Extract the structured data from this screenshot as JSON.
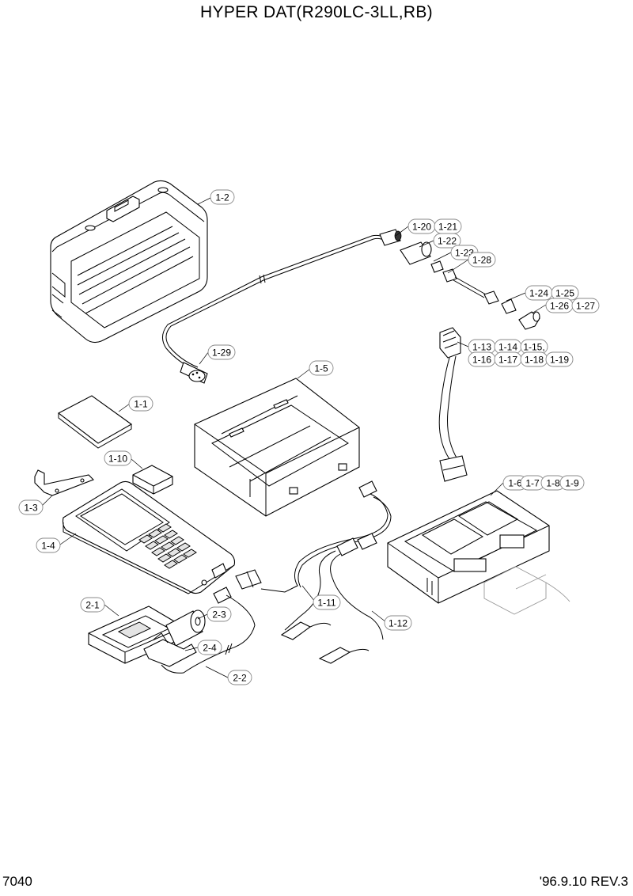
{
  "header": {
    "title": "HYPER DAT(R290LC-3LL,RB)"
  },
  "footer": {
    "page_number": "7040",
    "revision": "'96.9.10 REV.3"
  },
  "labels": [
    "1-2",
    "1-20",
    "1-21",
    "1-22",
    "1-23",
    "1-28",
    "1-24",
    "1-25",
    "1-26",
    "1-27",
    "1-13",
    "1-14",
    "1-15,",
    "1-16",
    "1-17",
    "1-18",
    "1-19",
    "1-29",
    "1-5",
    "1-1",
    "1-10",
    "1-3",
    "1-4",
    "1-6",
    "1-7",
    "1-8",
    "1-9",
    "1-11",
    "1-12",
    "2-1",
    "2-3",
    "2-4",
    "2-2"
  ]
}
